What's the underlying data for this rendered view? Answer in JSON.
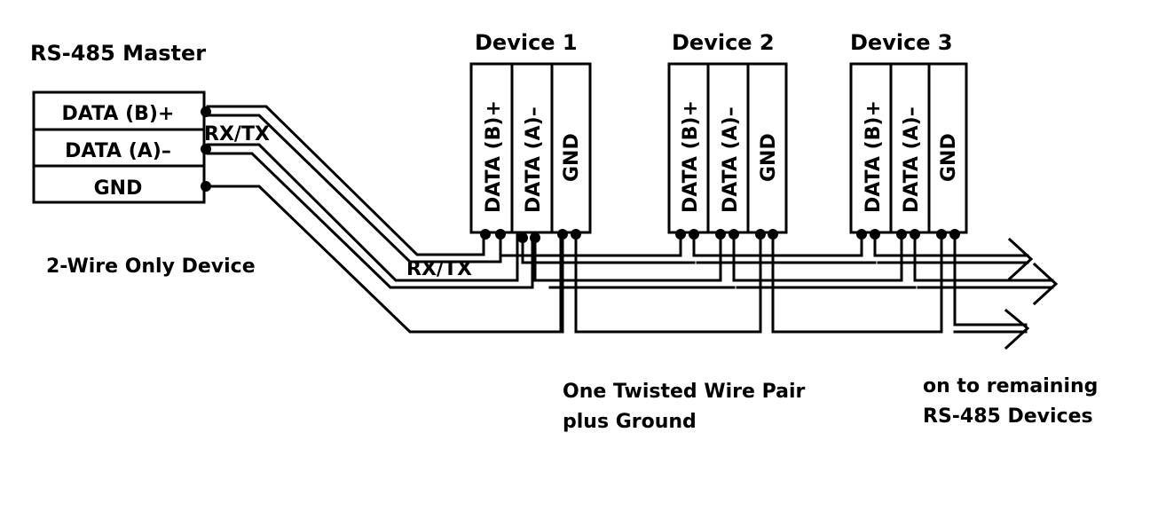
{
  "master": {
    "title": "RS-485 Master",
    "terminals": [
      "DATA (B)+",
      "DATA (A)–",
      "GND"
    ]
  },
  "devices": [
    {
      "title": "Device 1",
      "terminals": [
        "DATA (B)+",
        "DATA (A)–",
        "GND"
      ]
    },
    {
      "title": "Device 2",
      "terminals": [
        "DATA (B)+",
        "DATA (A)–",
        "GND"
      ]
    },
    {
      "title": "Device 3",
      "terminals": [
        "DATA (B)+",
        "DATA (A)–",
        "GND"
      ]
    }
  ],
  "labels": {
    "rxtx_master": "RX/TX",
    "rxtx_bus": "RX/TX",
    "two_wire": "2-Wire Only Device",
    "twisted_line1": "One Twisted Wire Pair",
    "twisted_line2": "plus Ground",
    "remaining_line1": "on to remaining",
    "remaining_line2": "RS-485 Devices"
  }
}
